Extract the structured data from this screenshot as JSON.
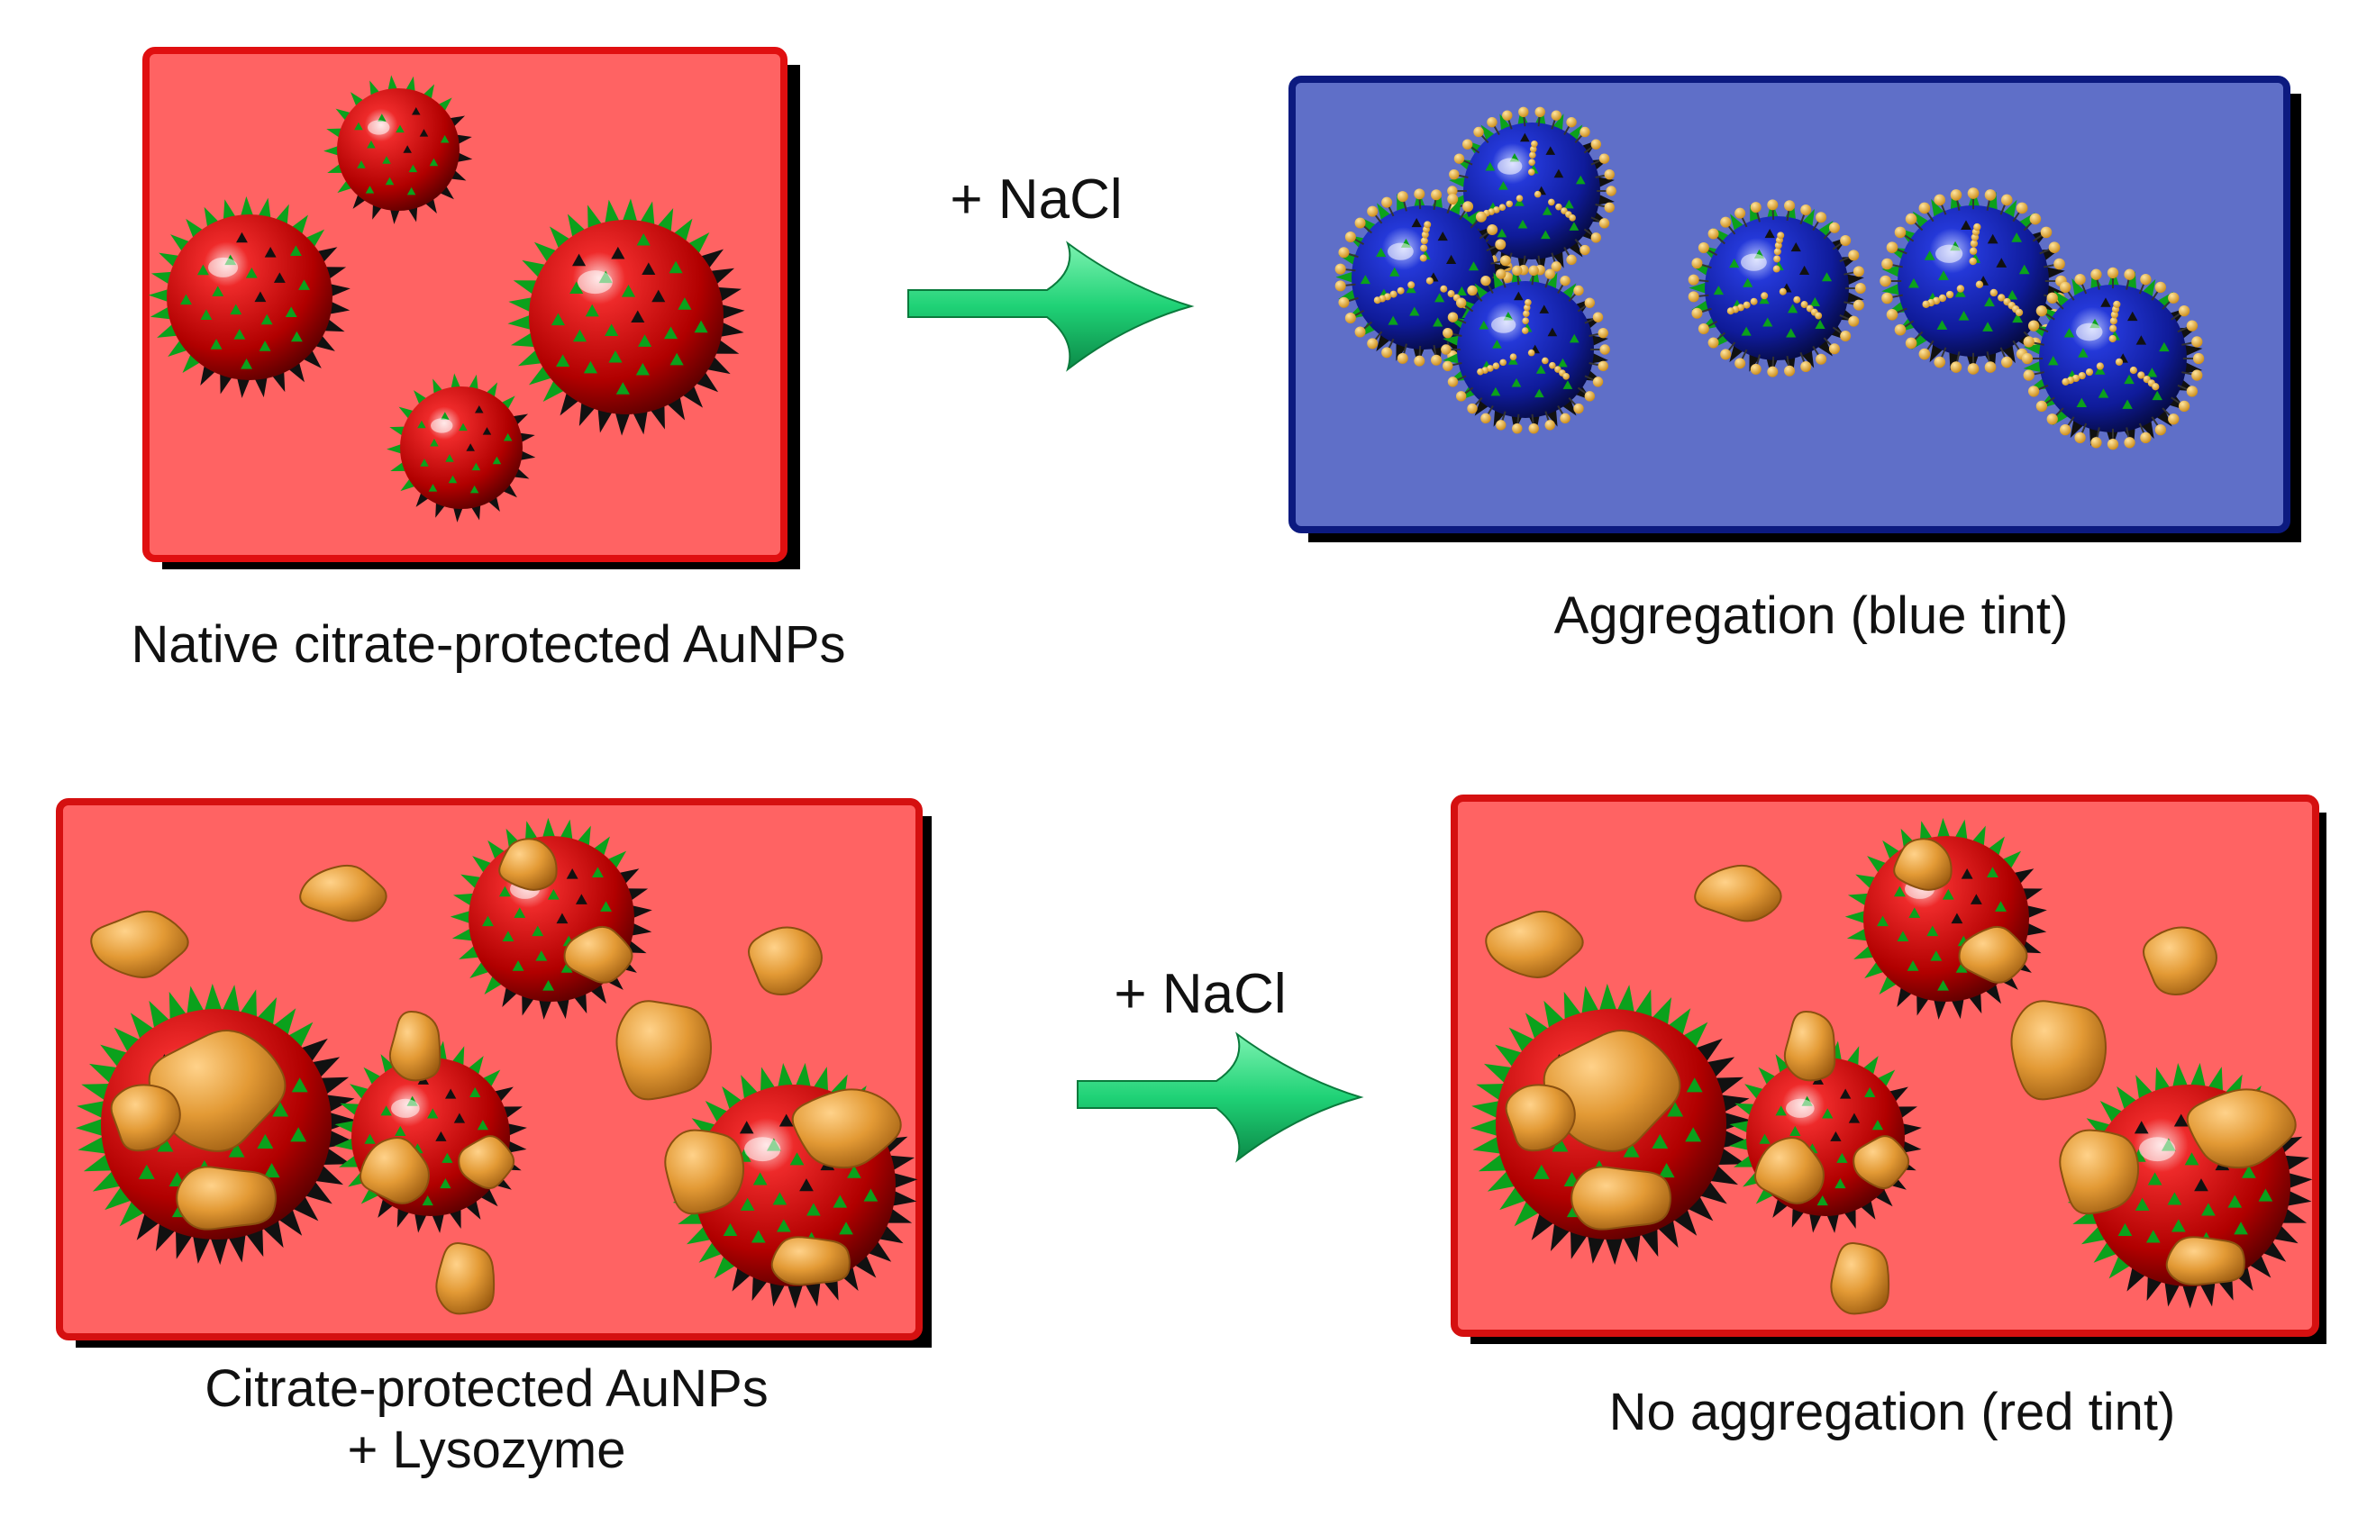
{
  "panels": {
    "top_left": {
      "caption": "Native citrate-protected AuNPs",
      "fill": "#ff6363",
      "border": "#e00f10",
      "particle": "#cc0000"
    },
    "top_right": {
      "caption": "Aggregation (blue tint)",
      "fill": "#5f6fc8",
      "border": "#0c1a80",
      "particle": "#1a2db5"
    },
    "bottom_left": {
      "caption_line1": "Citrate-protected AuNPs",
      "caption_line2": "+ Lysozyme",
      "fill": "#ff6363",
      "border": "#d51010",
      "particle": "#cc0000"
    },
    "bottom_right": {
      "caption": "No aggregation (red tint)",
      "fill": "#ff6363",
      "border": "#d51010",
      "particle": "#cc0000"
    }
  },
  "arrows": {
    "top": {
      "label": "+ NaCl",
      "color": "#1fd276"
    },
    "bottom": {
      "label": "+ NaCl",
      "color": "#1fd276"
    }
  },
  "colors": {
    "citrate_spike": "#0ba11c",
    "dark_spike": "#111111",
    "ligand_bead": "#e0a020",
    "lysozyme": "#e19a30",
    "shadow": "#000000"
  },
  "icons": {
    "nanoparticle": "spiked-sphere-icon",
    "lysozyme": "protein-blob-icon",
    "arrow": "reaction-arrow-icon"
  }
}
